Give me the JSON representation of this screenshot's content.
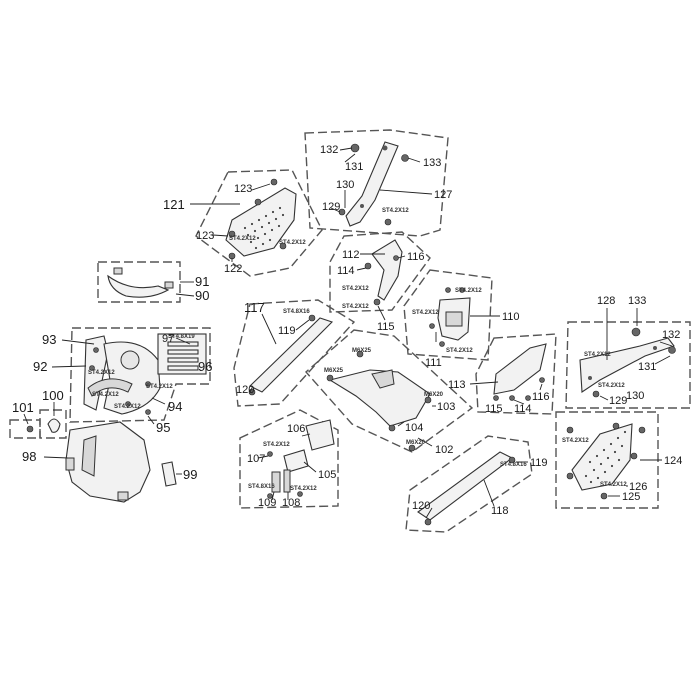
{
  "callouts": [
    {
      "id": "132a",
      "text": "132"
    },
    {
      "id": "131a",
      "text": "131"
    },
    {
      "id": "133a",
      "text": "133"
    },
    {
      "id": "130a",
      "text": "130"
    },
    {
      "id": "127",
      "text": "127"
    },
    {
      "id": "129a",
      "text": "129"
    },
    {
      "id": "123a",
      "text": "123"
    },
    {
      "id": "121",
      "text": "121"
    },
    {
      "id": "123b",
      "text": "123"
    },
    {
      "id": "122",
      "text": "122"
    },
    {
      "id": "112",
      "text": "112"
    },
    {
      "id": "116a",
      "text": "116"
    },
    {
      "id": "114a",
      "text": "114"
    },
    {
      "id": "115a",
      "text": "115"
    },
    {
      "id": "91",
      "text": "91"
    },
    {
      "id": "90",
      "text": "90"
    },
    {
      "id": "110",
      "text": "110"
    },
    {
      "id": "111",
      "text": "111"
    },
    {
      "id": "117",
      "text": "117"
    },
    {
      "id": "119a",
      "text": "119"
    },
    {
      "id": "120a",
      "text": "120"
    },
    {
      "id": "128",
      "text": "128"
    },
    {
      "id": "133b",
      "text": "133"
    },
    {
      "id": "132b",
      "text": "132"
    },
    {
      "id": "131b",
      "text": "131"
    },
    {
      "id": "129b",
      "text": "129"
    },
    {
      "id": "130b",
      "text": "130"
    },
    {
      "id": "93",
      "text": "93"
    },
    {
      "id": "92",
      "text": "92"
    },
    {
      "id": "97",
      "text": "97"
    },
    {
      "id": "96",
      "text": "96"
    },
    {
      "id": "94",
      "text": "94"
    },
    {
      "id": "95",
      "text": "95"
    },
    {
      "id": "100",
      "text": "100"
    },
    {
      "id": "101",
      "text": "101"
    },
    {
      "id": "98",
      "text": "98"
    },
    {
      "id": "99",
      "text": "99"
    },
    {
      "id": "113",
      "text": "113"
    },
    {
      "id": "115b",
      "text": "115"
    },
    {
      "id": "114b",
      "text": "114"
    },
    {
      "id": "116b",
      "text": "116"
    },
    {
      "id": "103",
      "text": "103"
    },
    {
      "id": "104",
      "text": "104"
    },
    {
      "id": "102",
      "text": "102"
    },
    {
      "id": "106",
      "text": "106"
    },
    {
      "id": "107",
      "text": "107"
    },
    {
      "id": "105",
      "text": "105"
    },
    {
      "id": "109",
      "text": "109"
    },
    {
      "id": "108",
      "text": "108"
    },
    {
      "id": "119b",
      "text": "119"
    },
    {
      "id": "120b",
      "text": "120"
    },
    {
      "id": "118",
      "text": "118"
    },
    {
      "id": "124",
      "text": "124"
    },
    {
      "id": "126",
      "text": "126"
    },
    {
      "id": "125",
      "text": "125"
    }
  ],
  "specs": {
    "st4x12": "ST4.2X12",
    "st48x16": "ST4.8X16",
    "st48x19": "ST4.8X19",
    "m6x20": "M6X20",
    "m6x25": "M6X25",
    "st4x12b": "ST4.2X12"
  }
}
